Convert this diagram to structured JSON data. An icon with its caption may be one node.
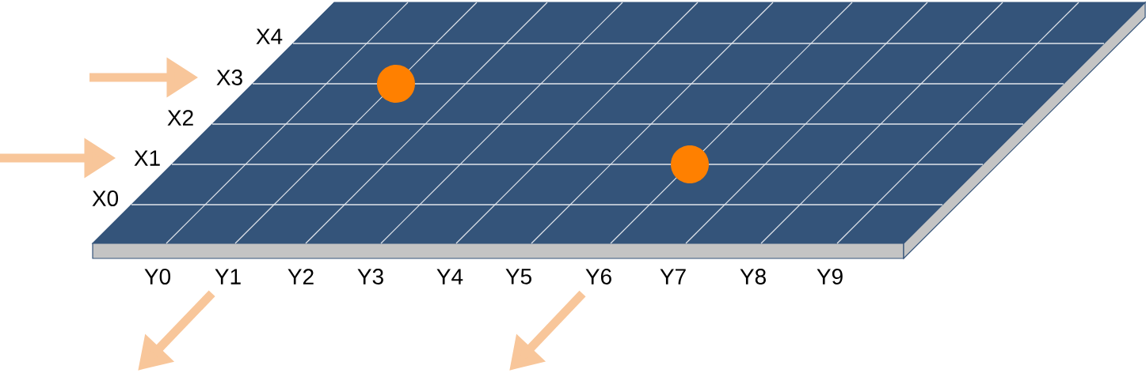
{
  "diagram": {
    "nodes": [
      {
        "text": [
          "X4"
        ]
      },
      {
        "text": [
          "X3"
        ]
      },
      {
        "text": [
          "X2"
        ]
      },
      {
        "text": [
          "X1"
        ]
      },
      {
        "text": [
          "X0"
        ]
      },
      {
        "text": [
          "Y0"
        ]
      },
      {
        "text": [
          "Y1"
        ]
      },
      {
        "text": [
          "Y2"
        ]
      },
      {
        "text": [
          "Y3"
        ]
      },
      {
        "text": [
          "Y4"
        ]
      },
      {
        "text": [
          "Y5"
        ]
      },
      {
        "text": [
          "Y6"
        ]
      },
      {
        "text": [
          "Y7"
        ]
      },
      {
        "text": [
          "Y8"
        ]
      },
      {
        "text": [
          "Y9"
        ]
      }
    ],
    "edges": [
      {
        "from": null,
        "to": 1,
        "arrow": "to"
      },
      {
        "from": null,
        "to": 3,
        "arrow": "to"
      },
      {
        "from": 6,
        "to": null,
        "arrow": "to"
      },
      {
        "from": 11,
        "to": null,
        "arrow": "to"
      }
    ]
  }
}
